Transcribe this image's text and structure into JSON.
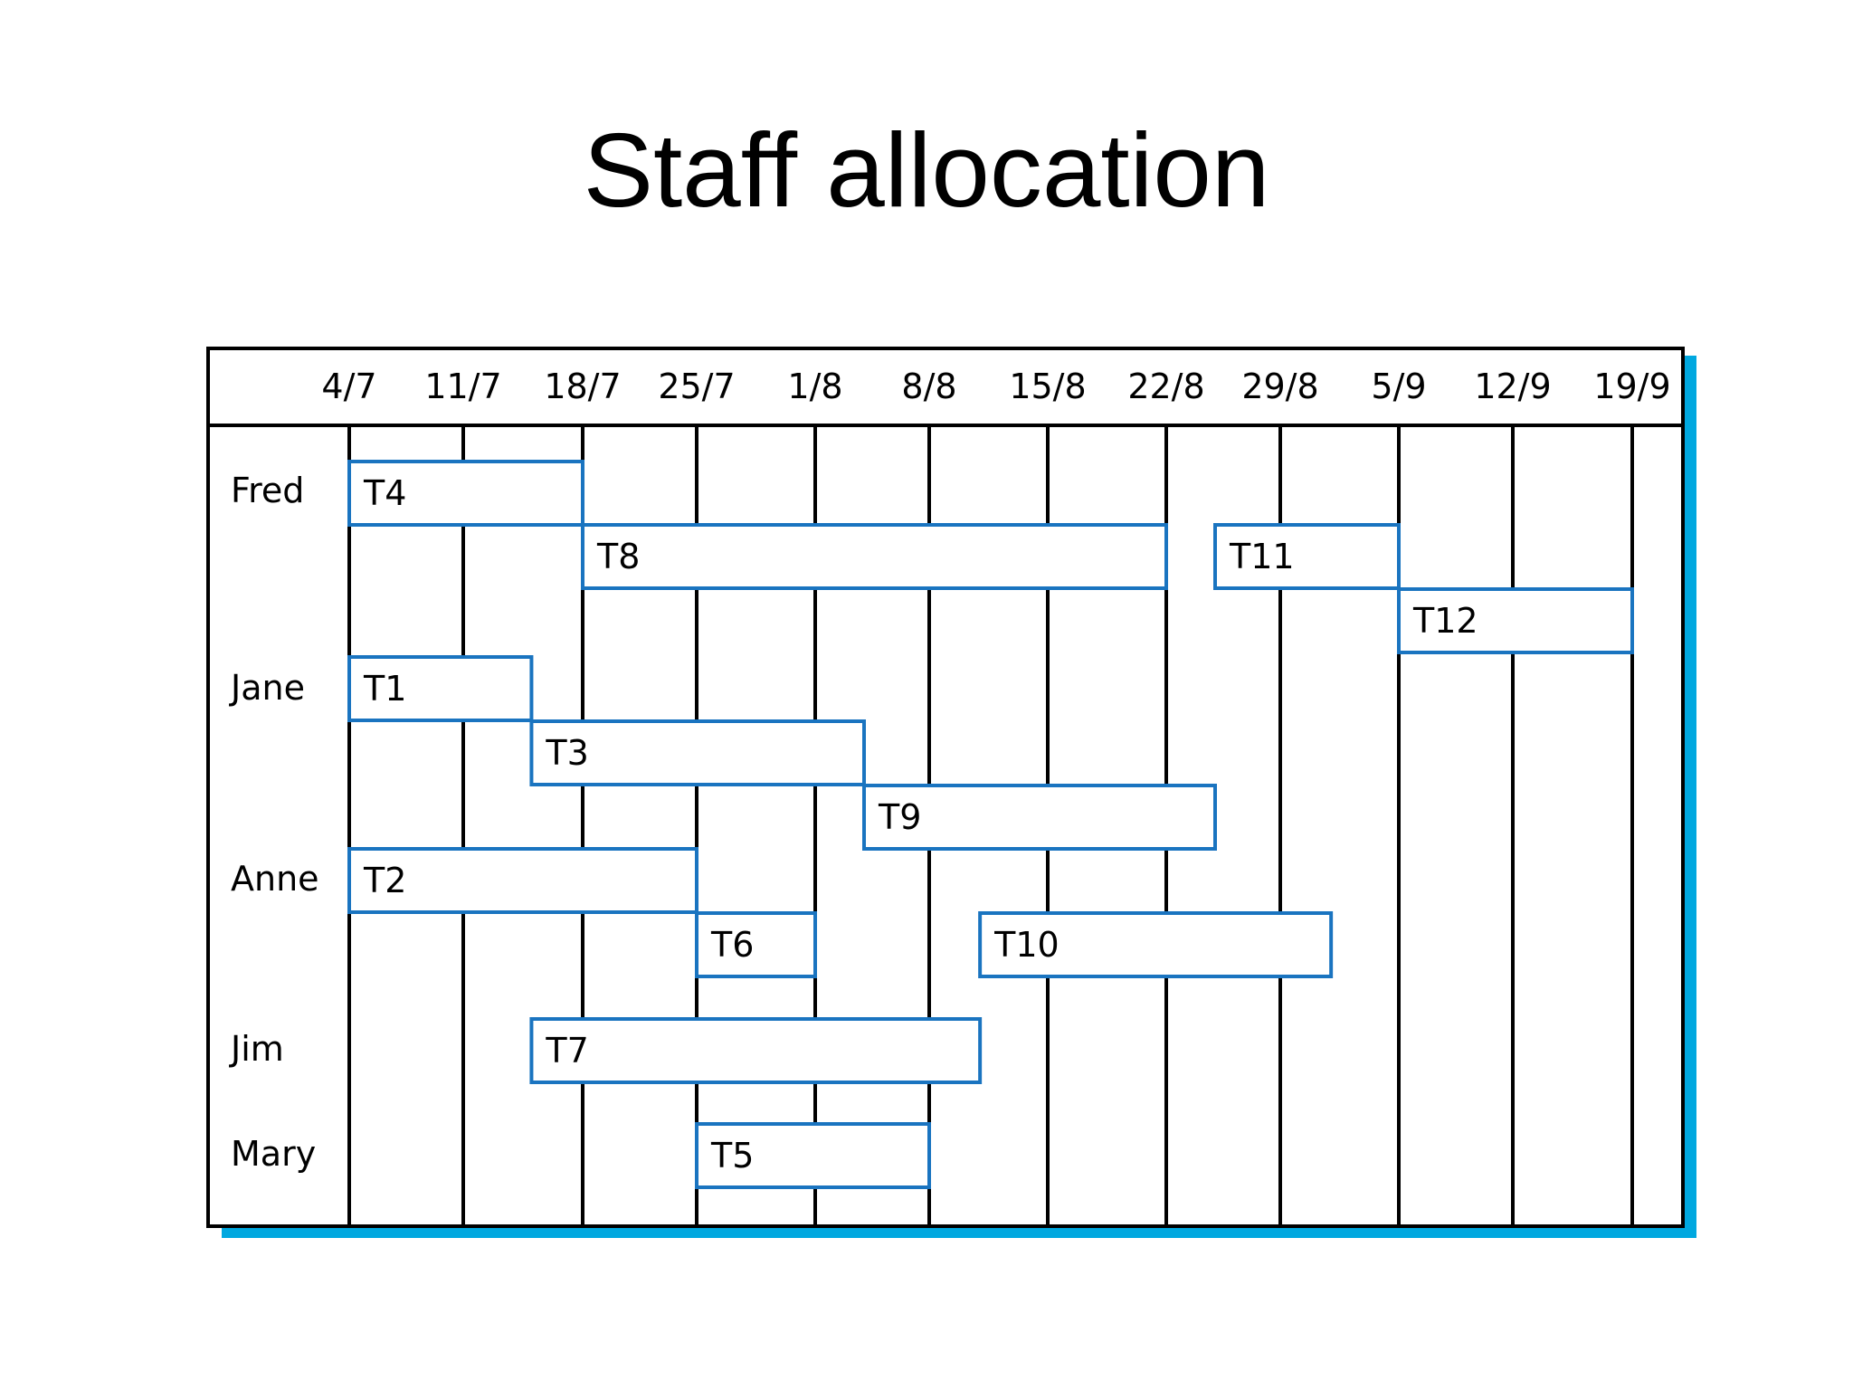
{
  "title": "Staff allocation",
  "colors": {
    "task_border": "#1a74c0",
    "shadow": "#00a8e0",
    "grid": "#000000"
  },
  "chart_data": {
    "type": "gantt",
    "dates": [
      "4/7",
      "11/7",
      "18/7",
      "25/7",
      "1/8",
      "8/8",
      "15/8",
      "22/8",
      "29/8",
      "5/9",
      "12/9",
      "19/9"
    ],
    "staff": [
      {
        "name": "Fred",
        "tasks": [
          {
            "label": "T4",
            "start": "4/7",
            "end": "18/7"
          },
          {
            "label": "T8",
            "start": "18/7",
            "end": "22/8"
          },
          {
            "label": "T11",
            "start": "25/8",
            "end": "5/9"
          },
          {
            "label": "T12",
            "start": "5/9",
            "end": "19/9"
          }
        ]
      },
      {
        "name": "Jane",
        "tasks": [
          {
            "label": "T1",
            "start": "4/7",
            "end": "15/7"
          },
          {
            "label": "T3",
            "start": "15/7",
            "end": "4/8"
          },
          {
            "label": "T9",
            "start": "4/8",
            "end": "25/8"
          }
        ]
      },
      {
        "name": "Anne",
        "tasks": [
          {
            "label": "T2",
            "start": "4/7",
            "end": "25/7"
          },
          {
            "label": "T6",
            "start": "25/7",
            "end": "1/8"
          },
          {
            "label": "T10",
            "start": "11/8",
            "end": "1/9"
          }
        ]
      },
      {
        "name": "Jim",
        "tasks": [
          {
            "label": "T7",
            "start": "15/7",
            "end": "11/8"
          }
        ]
      },
      {
        "name": "Mary",
        "tasks": [
          {
            "label": "T5",
            "start": "25/7",
            "end": "8/8"
          }
        ]
      }
    ]
  }
}
